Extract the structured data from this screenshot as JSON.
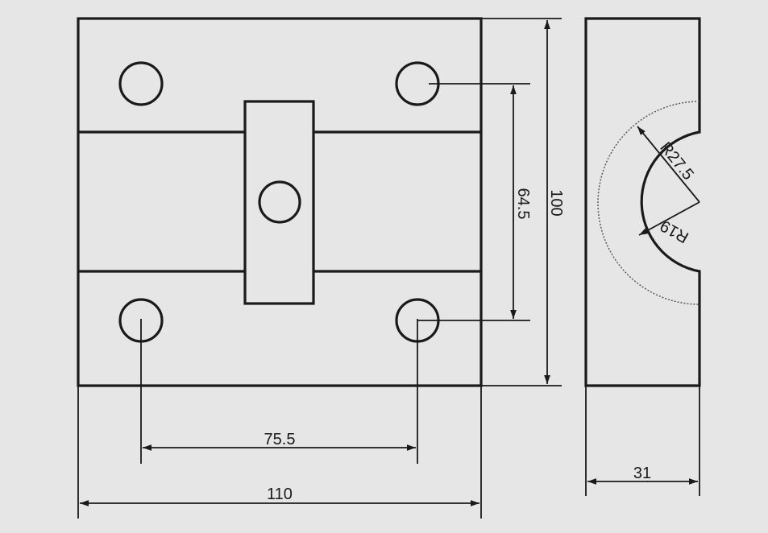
{
  "drawing": {
    "dimensions": {
      "overall_width": "110",
      "hole_spacing_horizontal": "75.5",
      "hole_spacing_vertical": "64.5",
      "overall_height": "100",
      "side_view_width": "31",
      "outer_radius": "R27.5",
      "inner_radius": "R19"
    },
    "colors": {
      "background": "#e6e6e6",
      "line": "#1a1a1a",
      "hidden_line": "#5a5a5a"
    }
  }
}
